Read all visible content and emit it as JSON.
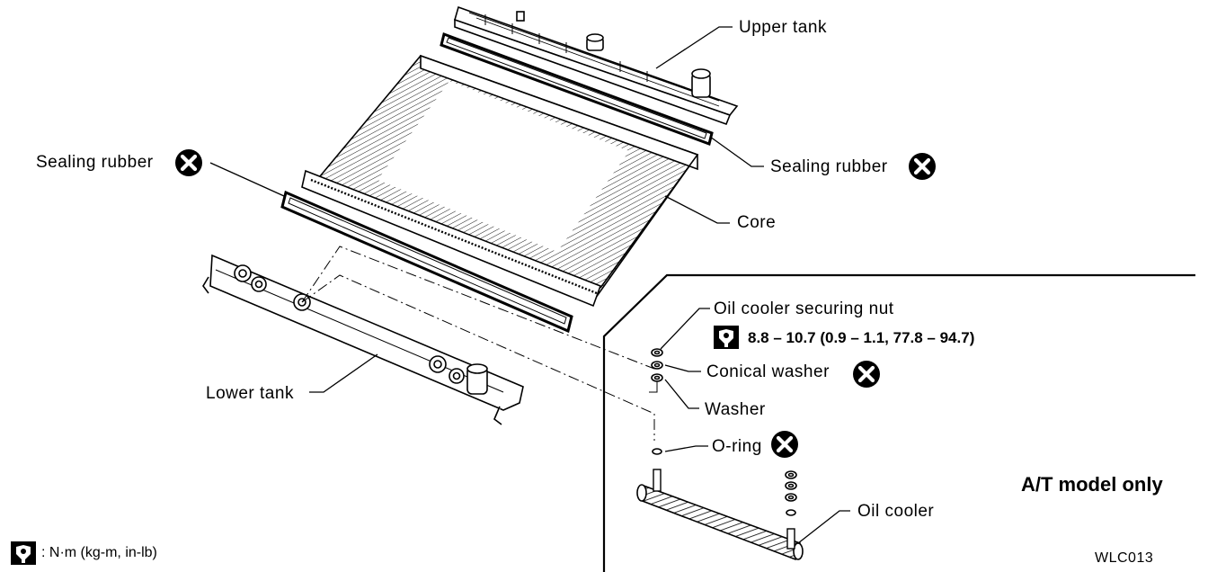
{
  "labels": {
    "upper_tank": "Upper tank",
    "sealing_rubber_right": "Sealing rubber",
    "sealing_rubber_left": "Sealing rubber",
    "core": "Core",
    "lower_tank": "Lower tank",
    "oil_cooler_nut": "Oil cooler securing nut",
    "torque_value": "8.8 – 10.7 (0.9 – 1.1, 77.8 – 94.7)",
    "conical_washer": "Conical washer",
    "washer": "Washer",
    "o_ring": "O-ring",
    "oil_cooler": "Oil cooler",
    "at_model_only": "A/T model only",
    "legend_units": ": N·m (kg-m, in-lb)",
    "figure_code": "WLC013"
  },
  "icons": {
    "do_not_reuse": "x-circle-icon",
    "torque_wrench": "torque-wrench-icon"
  },
  "colors": {
    "ink": "#000000",
    "paper": "#ffffff"
  }
}
